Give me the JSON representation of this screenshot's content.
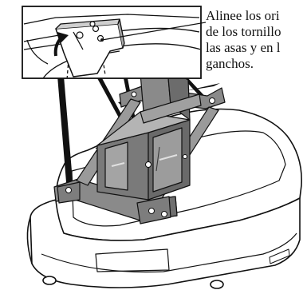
{
  "callout": {
    "lines": [
      "Alinee los ori",
      "de los tornillo",
      "las asas y en l",
      "ganchos."
    ]
  },
  "colors": {
    "line": "#111111",
    "bracket_fill": "#8a8a8a",
    "bracket_dark": "#555555",
    "projector_fill": "#ffffff",
    "arrow_fill": "#111111"
  },
  "icons": {
    "direction": "curved-arrow-icon",
    "screws": "screw-icon"
  }
}
